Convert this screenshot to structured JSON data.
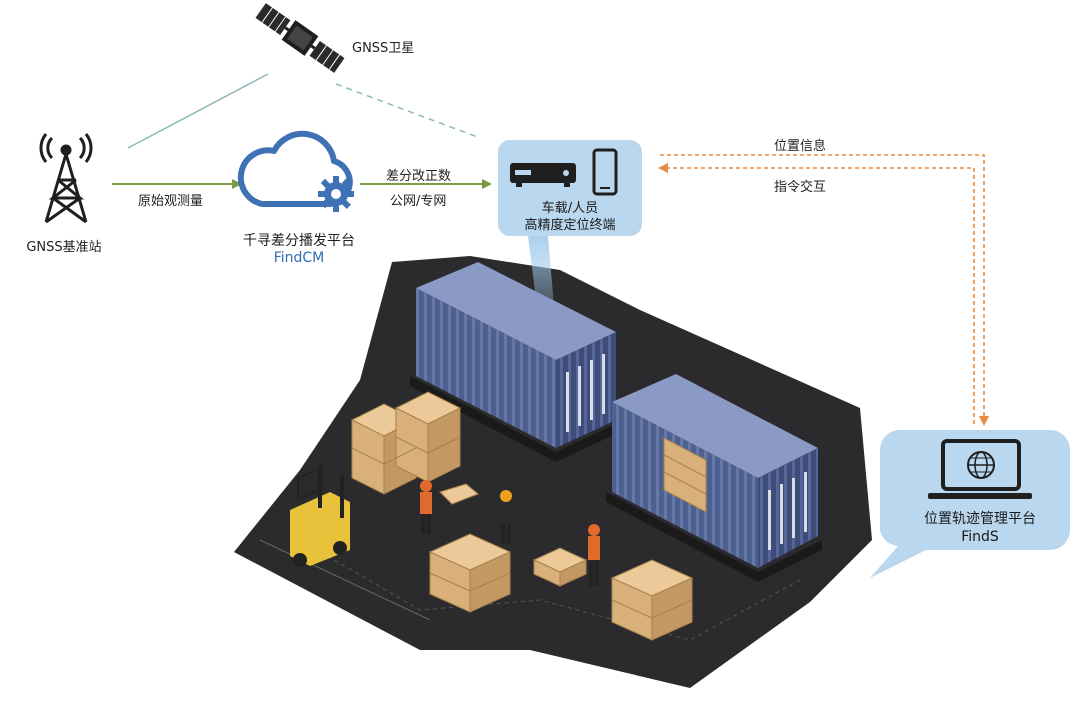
{
  "labels": {
    "satellite": "GNSS卫星",
    "base_station": "GNSS基准站",
    "raw_observation": "原始观测量",
    "correction_line1": "差分改正数",
    "correction_line2": "公网/专网",
    "findcm_name": "千寻差分播发平台",
    "findcm_code": "FindCM",
    "terminal_line1": "车载/人员",
    "terminal_line2": "高精度定位终端",
    "position_info": "位置信息",
    "command_interaction": "指令交互",
    "finds_name": "位置轨迹管理平台",
    "finds_code": "FindS"
  },
  "colors": {
    "accent_orange": "#e98a3e",
    "arrow_green": "#7a9a44",
    "bubble_blue": "#b9d7ee",
    "container_blue": "#4a5b86",
    "box_tan": "#d9b07a",
    "ground_dark": "#2b2b2e"
  },
  "icons": [
    "satellite-icon",
    "tower-icon",
    "cloud-gear-icon",
    "vehicle-terminal-icon",
    "phone-icon",
    "laptop-globe-icon"
  ]
}
